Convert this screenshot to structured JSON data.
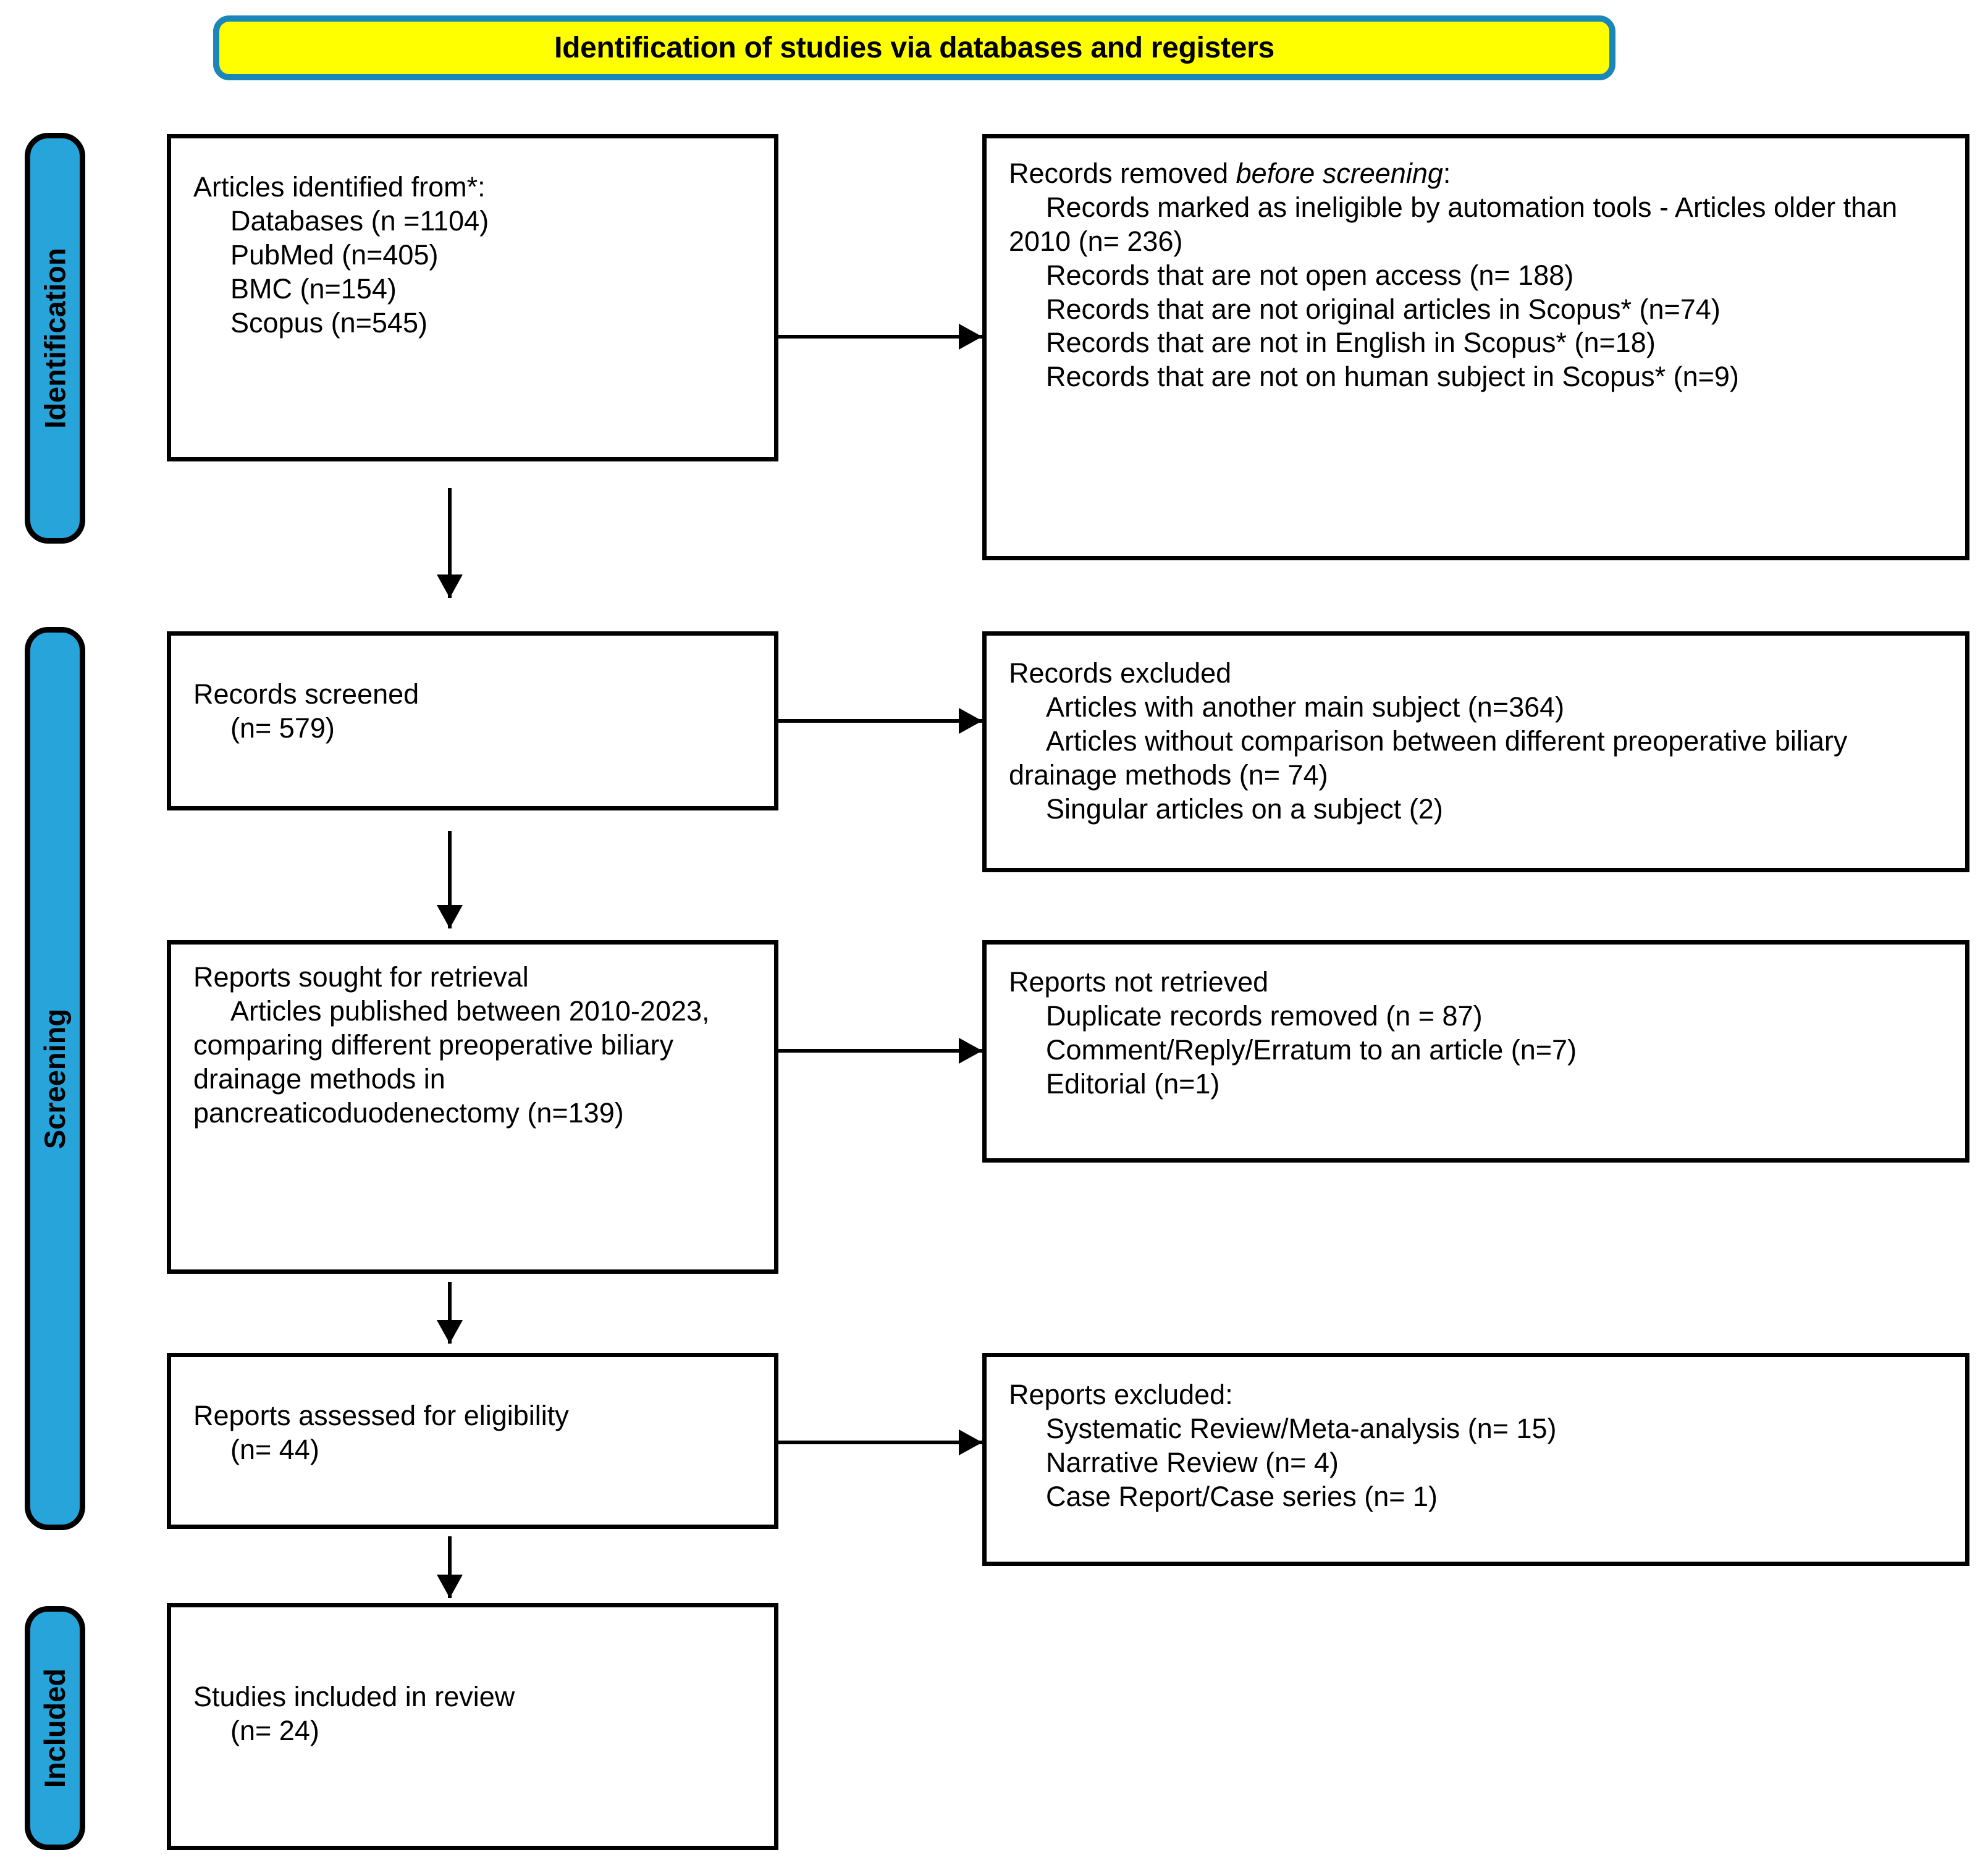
{
  "banner": {
    "title": "Identification of studies via databases and registers",
    "background_color": "#ffff00",
    "border_color": "#1b86b8"
  },
  "stages": {
    "accent_color": "#27a5db",
    "items": [
      {
        "id": "identification",
        "label": "Identification"
      },
      {
        "id": "screening",
        "label": "Screening"
      },
      {
        "id": "included",
        "label": "Included"
      }
    ]
  },
  "boxes": {
    "identified": {
      "title": "Articles identified from*:",
      "lines": [
        "Databases (n =1104)",
        "PubMed (n=405)",
        "BMC (n=154)",
        "Scopus (n=545)"
      ]
    },
    "removed": {
      "title_prefix": "Records removed ",
      "title_italic": "before screening",
      "title_suffix": ":",
      "lines": [
        "Records marked as ineligible by automation tools - Articles older than 2010 (n= 236)",
        "Records that are not open access (n= 188)",
        "Records that are not original articles in Scopus* (n=74)",
        "Records that are not in English in Scopus* (n=18)",
        "Records that are not on human subject in Scopus* (n=9)"
      ]
    },
    "screened": {
      "title": "Records screened",
      "lines": [
        "(n= 579)"
      ]
    },
    "excluded_records": {
      "title": "Records excluded",
      "lines": [
        "Articles with another main subject (n=364)",
        "Articles without comparison between different preoperative biliary drainage methods (n= 74)",
        "Singular articles on a subject (2)"
      ]
    },
    "sought": {
      "title": "Reports sought for retrieval",
      "lines": [
        "Articles published between 2010-2023, comparing different preoperative biliary drainage methods in pancreaticoduodenectomy (n=139)"
      ]
    },
    "not_retrieved": {
      "title": "Reports not retrieved",
      "lines": [
        "Duplicate records removed (n = 87)",
        "Comment/Reply/Erratum to an article (n=7)",
        "Editorial (n=1)"
      ]
    },
    "assessed": {
      "title": "Reports assessed for eligibility",
      "lines": [
        "(n= 44)"
      ]
    },
    "excluded_reports": {
      "title": "Reports excluded:",
      "lines": [
        "Systematic Review/Meta-analysis (n= 15)",
        "Narrative Review (n= 4)",
        "Case Report/Case series (n= 1)"
      ]
    },
    "included": {
      "title": "Studies included in review",
      "lines": [
        "(n= 24)"
      ]
    }
  },
  "chart_data": {
    "type": "diagram",
    "title": "Identification of studies via databases and registers",
    "diagram_kind": "PRISMA 2020 flow diagram",
    "stages": [
      "Identification",
      "Screening",
      "Included"
    ],
    "nodes": [
      {
        "id": "identified",
        "stage": "Identification",
        "column": "left",
        "label": "Articles identified from*",
        "total": 1104,
        "breakdown": [
          {
            "source": "Databases",
            "n": 1104
          },
          {
            "source": "PubMed",
            "n": 405
          },
          {
            "source": "BMC",
            "n": 154
          },
          {
            "source": "Scopus",
            "n": 545
          }
        ]
      },
      {
        "id": "removed",
        "stage": "Identification",
        "column": "right",
        "label": "Records removed before screening",
        "breakdown": [
          {
            "reason": "Records marked as ineligible by automation tools - Articles older than 2010",
            "n": 236
          },
          {
            "reason": "Records that are not open access",
            "n": 188
          },
          {
            "reason": "Records that are not original articles in Scopus*",
            "n": 74
          },
          {
            "reason": "Records that are not in English in Scopus*",
            "n": 18
          },
          {
            "reason": "Records that are not on human subject in Scopus*",
            "n": 9
          }
        ]
      },
      {
        "id": "screened",
        "stage": "Screening",
        "column": "left",
        "label": "Records screened",
        "n": 579
      },
      {
        "id": "excluded_records",
        "stage": "Screening",
        "column": "right",
        "label": "Records excluded",
        "breakdown": [
          {
            "reason": "Articles with another main subject",
            "n": 364
          },
          {
            "reason": "Articles without comparison between different preoperative biliary drainage methods",
            "n": 74
          },
          {
            "reason": "Singular articles on a subject",
            "n": 2
          }
        ]
      },
      {
        "id": "sought",
        "stage": "Screening",
        "column": "left",
        "label": "Reports sought for retrieval",
        "n": 139,
        "note": "Articles published between 2010-2023, comparing different preoperative biliary drainage methods in pancreaticoduodenectomy"
      },
      {
        "id": "not_retrieved",
        "stage": "Screening",
        "column": "right",
        "label": "Reports not retrieved",
        "breakdown": [
          {
            "reason": "Duplicate records removed",
            "n": 87
          },
          {
            "reason": "Comment/Reply/Erratum to an article",
            "n": 7
          },
          {
            "reason": "Editorial",
            "n": 1
          }
        ]
      },
      {
        "id": "assessed",
        "stage": "Screening",
        "column": "left",
        "label": "Reports assessed for eligibility",
        "n": 44
      },
      {
        "id": "excluded_reports",
        "stage": "Screening",
        "column": "right",
        "label": "Reports excluded",
        "breakdown": [
          {
            "reason": "Systematic Review/Meta-analysis",
            "n": 15
          },
          {
            "reason": "Narrative Review",
            "n": 4
          },
          {
            "reason": "Case Report/Case series",
            "n": 1
          }
        ]
      },
      {
        "id": "included",
        "stage": "Included",
        "column": "left",
        "label": "Studies included in review",
        "n": 24
      }
    ],
    "edges": [
      {
        "from": "identified",
        "to": "removed",
        "direction": "horizontal"
      },
      {
        "from": "identified",
        "to": "screened",
        "direction": "vertical"
      },
      {
        "from": "screened",
        "to": "excluded_records",
        "direction": "horizontal"
      },
      {
        "from": "screened",
        "to": "sought",
        "direction": "vertical"
      },
      {
        "from": "sought",
        "to": "not_retrieved",
        "direction": "horizontal"
      },
      {
        "from": "sought",
        "to": "assessed",
        "direction": "vertical"
      },
      {
        "from": "assessed",
        "to": "excluded_reports",
        "direction": "horizontal"
      },
      {
        "from": "assessed",
        "to": "included",
        "direction": "vertical"
      }
    ]
  }
}
